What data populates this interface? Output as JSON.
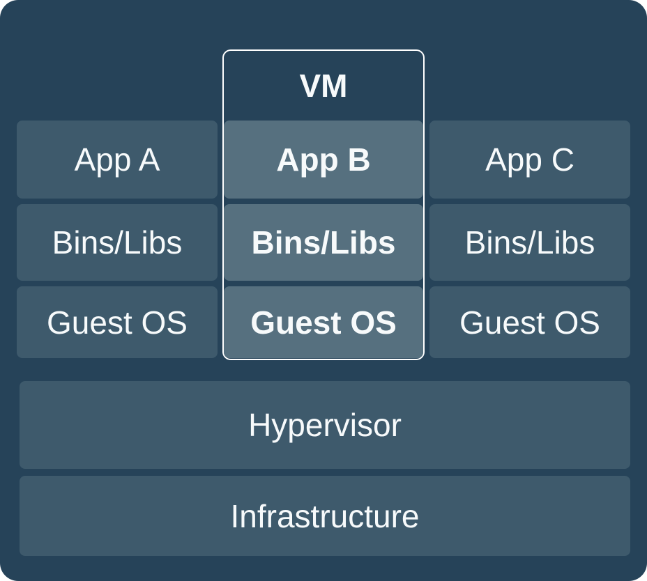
{
  "colors": {
    "page_background": "#ffffff",
    "canvas_background": "#264359",
    "box_background": "#3e5a6c",
    "vm_cell_background": "#56707f",
    "vm_border": "#ffffff",
    "text": "#f7fafb"
  },
  "stack": {
    "vm_label": "VM",
    "columns": [
      {
        "id": "stack-a",
        "cells": [
          "App A",
          "Bins/Libs",
          "Guest OS"
        ]
      },
      {
        "id": "vm",
        "cells": [
          "App B",
          "Bins/Libs",
          "Guest OS"
        ]
      },
      {
        "id": "stack-c",
        "cells": [
          "App C",
          "Bins/Libs",
          "Guest OS"
        ]
      }
    ],
    "layers": [
      "Hypervisor",
      "Infrastructure"
    ]
  }
}
